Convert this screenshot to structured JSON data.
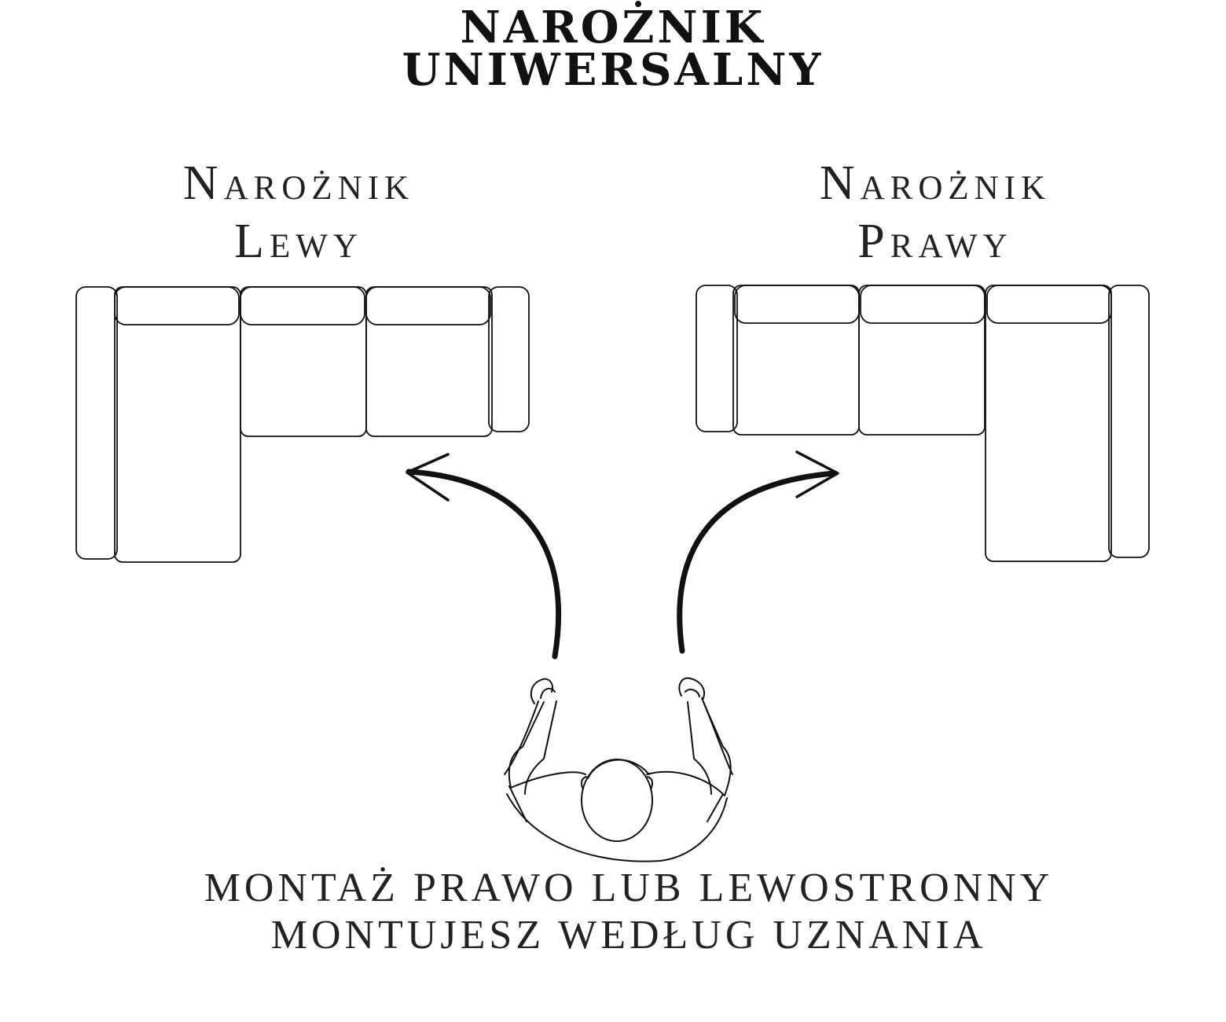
{
  "title": {
    "line1": "NAROŻNIK",
    "line2": "UNIWERSALNY"
  },
  "left_corner": {
    "line1": "Narożnik",
    "line2": "Lewy"
  },
  "right_corner": {
    "line1": "Narożnik",
    "line2": "Prawy"
  },
  "caption": {
    "line1": "MONTAŻ PRAWO LUB LEWOSTRONNY",
    "line2": "MONTUJESZ WEDŁUG UZNANIA"
  },
  "colors": {
    "line": "#111111",
    "background": "#ffffff"
  },
  "icons": [
    "left-corner-sofa-icon",
    "right-corner-sofa-icon",
    "arrow-left-icon",
    "arrow-right-icon",
    "person-top-view-icon"
  ]
}
